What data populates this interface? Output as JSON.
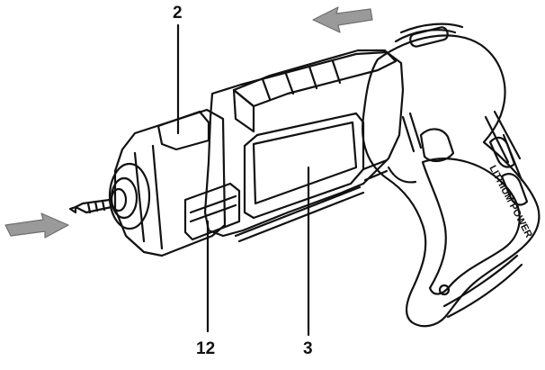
{
  "figure": {
    "subject": "cordless screwdriver",
    "callouts": [
      {
        "id": "bit-holder-sleeve",
        "label": "2"
      },
      {
        "id": "side-panel",
        "label": "3"
      },
      {
        "id": "collar-grip",
        "label": "12"
      }
    ],
    "grip_badge_text": "LITHIUM POWER",
    "arrows": [
      {
        "id": "push-direction-top",
        "direction": "left"
      },
      {
        "id": "push-direction-left",
        "direction": "right"
      }
    ]
  },
  "colors": {
    "line": "#111111",
    "arrow_fill": "#9a9a9a",
    "arrow_stroke": "#6f6f6f",
    "background": "#ffffff"
  }
}
